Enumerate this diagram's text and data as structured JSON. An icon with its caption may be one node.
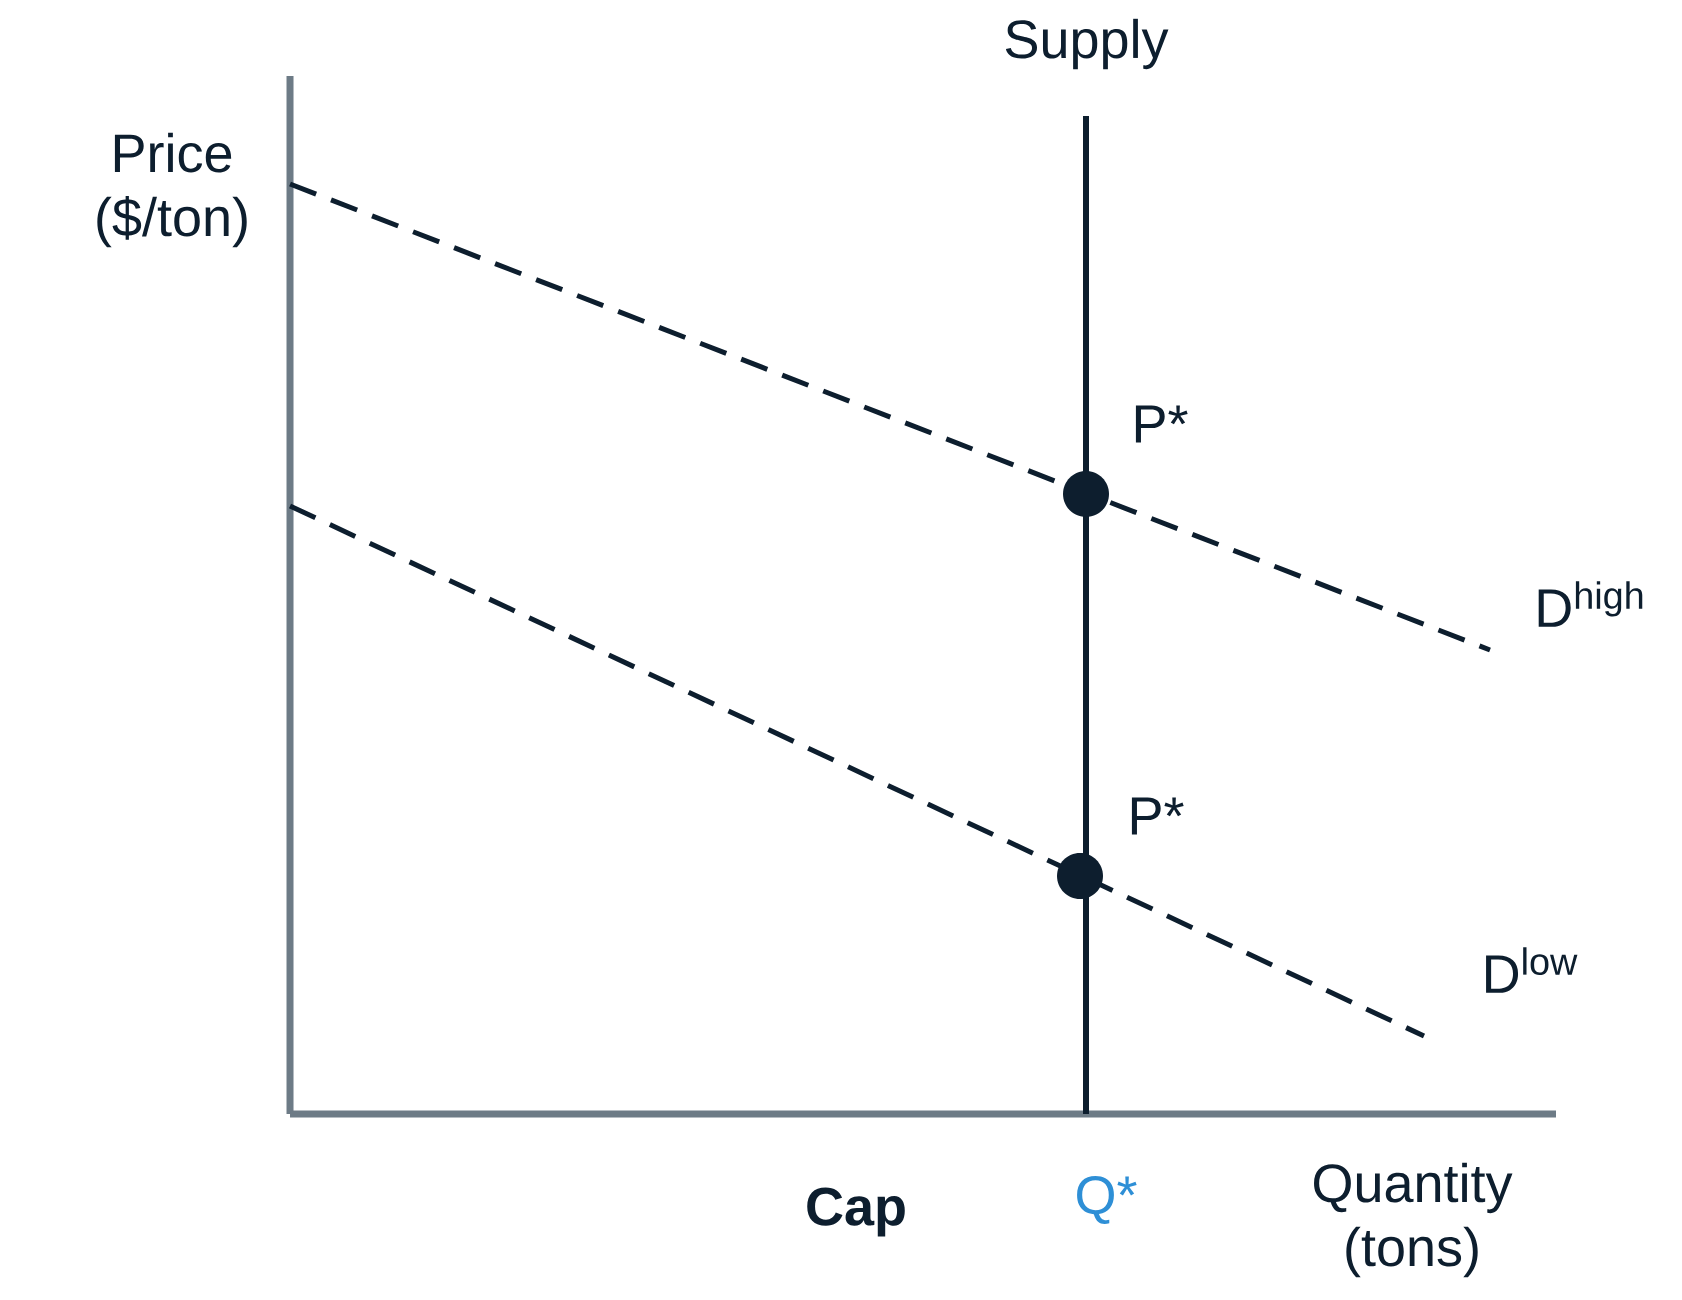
{
  "diagram": {
    "labels": [
      "Supply",
      "Price ($/ton)",
      "P*",
      "P*",
      "D$^{high}$",
      "D$^{low}$",
      "Cap",
      "Q*",
      "Quantity (tons)"
    ]
  }
}
